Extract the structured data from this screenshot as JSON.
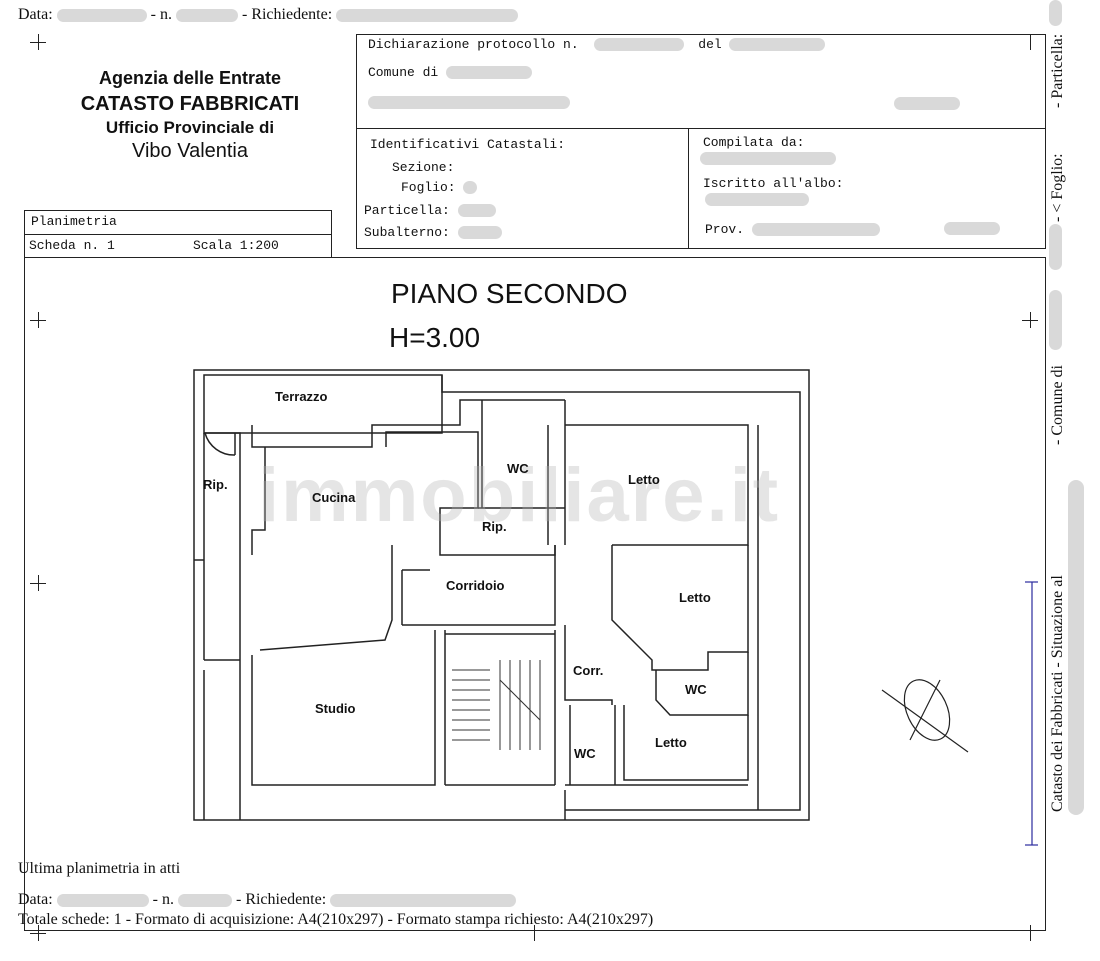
{
  "top_line": {
    "data_label": "Data:",
    "n_label": "- n.",
    "richiedente_label": "- Richiedente:"
  },
  "agency": {
    "line1": "Agenzia delle Entrate",
    "line2": "CATASTO FABBRICATI",
    "line3": "Ufficio Provinciale di",
    "line4": "Vibo Valentia"
  },
  "sheet": {
    "type_label": "Planimetria",
    "scheda_label": "Scheda n. 1",
    "scala_label": "Scala 1:200"
  },
  "header": {
    "dichiarazione_label": "Dichiarazione protocollo n.",
    "del_label": "del",
    "comune_label": "Comune di",
    "identificativi_label": "Identificativi Catastali:",
    "sezione_label": "Sezione:",
    "foglio_label": "Foglio:",
    "particella_label": "Particella:",
    "subalterno_label": "Subalterno:",
    "compilata_label": "Compilata da:",
    "iscritto_label": "Iscritto all'albo:",
    "prov_label": "Prov."
  },
  "plan": {
    "title": "PIANO SECONDO",
    "height": "H=3.00",
    "rooms": {
      "terrazzo": "Terrazzo",
      "rip1": "Rip.",
      "cucina": "Cucina",
      "wc1": "WC",
      "rip2": "Rip.",
      "letto1": "Letto",
      "corridoio": "Corridoio",
      "letto2": "Letto",
      "corr": "Corr.",
      "wc2": "WC",
      "studio": "Studio",
      "letto3": "Letto",
      "wc3": "WC"
    },
    "watermark": "immobiliare.it"
  },
  "side": {
    "particella": "- Particella:",
    "foglio": "- < Foglio:",
    "comune": "- Comune di",
    "situazione": "Catasto dei Fabbricati - Situazione al"
  },
  "footer": {
    "ultima": "Ultima planimetria in atti",
    "data_label": "Data:",
    "n_label": "- n.",
    "richiedente_label": "- Richiedente:",
    "totale": "Totale schede: 1 - Formato di acquisizione: A4(210x297)  - Formato stampa richiesto: A4(210x297)"
  }
}
